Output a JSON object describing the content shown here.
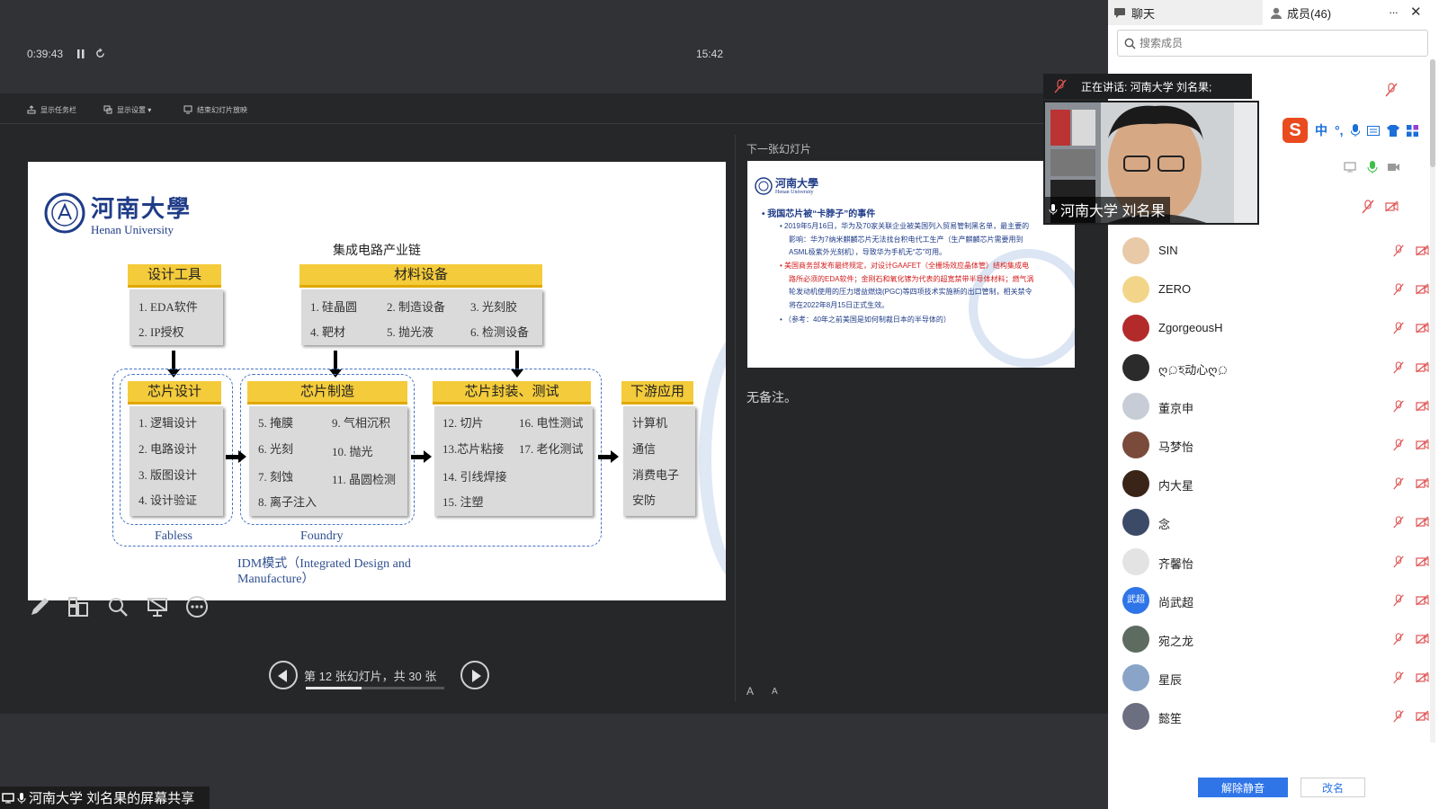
{
  "toolbar": {
    "taskbar_label": "显示任务栏",
    "display_settings_label": "显示设置 ▾",
    "end_slideshow_label": "结束幻灯片放映"
  },
  "timer": "0:39:43",
  "clock": "15:42",
  "slide": {
    "uni_cn": "河南大學",
    "uni_en": "Henan University",
    "title": "集成电路产业链",
    "design_tools": {
      "header": "设计工具",
      "items": [
        "1. EDA软件",
        "2. IP授权"
      ]
    },
    "materials": {
      "header": "材料设备",
      "items": [
        "1. 硅晶圆",
        "2. 制造设备",
        "3. 光刻胶",
        "4. 靶材",
        "5. 抛光液",
        "6. 检测设备"
      ]
    },
    "chip_design": {
      "header": "芯片设计",
      "items": [
        "1. 逻辑设计",
        "2. 电路设计",
        "3. 版图设计",
        "4. 设计验证"
      ]
    },
    "chip_mfg": {
      "header": "芯片制造",
      "items": [
        "5. 掩膜",
        "9. 气相沉积",
        "6. 光刻",
        "10. 抛光",
        "7. 刻蚀",
        "11. 晶圆检测",
        "8. 离子注入"
      ]
    },
    "packaging": {
      "header": "芯片封装、测试",
      "items": [
        "12. 切片",
        "16. 电性测试",
        "13.芯片粘接",
        "17. 老化测试",
        "14. 引线焊接",
        "15. 注塑"
      ]
    },
    "downstream": {
      "header": "下游应用",
      "items": [
        "计算机",
        "通信",
        "消费电子",
        "安防"
      ]
    },
    "fabless_label": "Fabless",
    "foundry_label": "Foundry",
    "idm_label_1": "IDM模式（Integrated Design and",
    "idm_label_2": "Manufacture）"
  },
  "nav": {
    "counter": "第 12 张幻灯片，共 30 张",
    "current": 12,
    "total": 30
  },
  "next_slide": {
    "label": "下一张幻灯片",
    "uni_cn": "河南大學",
    "uni_en": "Henan University",
    "heading": "•  我国芯片被“卡脖子”的事件",
    "p1_1": "•  2019年5月16日，华为及70家关联企业被美国列入贸易管制黑名单，最主要的",
    "p1_2": "影响：华为7纳米麒麟芯片无法找台积电代工生产（生产麒麟芯片需要用到",
    "p1_3": "ASML极紫外光刻机），导致华为手机无“芯”可用。",
    "p2_1": "•  美国商务部发布最终规定，对设计GAAFET（全栅场效应晶体管）结构集成电",
    "p2_2": "路所必须的EDA软件；金刚石和氧化镓为代表的超宽禁带半导体材料；燃气涡",
    "p2_3": "轮发动机使用的压力增益燃烧(PGC)等四项技术实施新的出口管制，相关禁令",
    "p2_4": "将在2022年8月15日正式生效。",
    "p3": "•  （参考：40年之前美国是如何制裁日本的半导体的）"
  },
  "notes": "无备注。",
  "font_bigger": "A",
  "font_smaller": "A",
  "share_status": "河南大学 刘名果的屏幕共享",
  "panel": {
    "tab_chat": "聊天",
    "tab_members": "成员(46)",
    "more": "···",
    "close": "✕",
    "search_placeholder": "搜索成员",
    "unmute": "解除静音",
    "rename": "改名"
  },
  "speaking": "正在讲话: 河南大学 刘名果;",
  "video_name": "河南大学 刘名果",
  "ime": {
    "logo": "S",
    "lang": "中"
  },
  "members": [
    {
      "name": "SIN",
      "avatar_color": "#e8c9a8"
    },
    {
      "name": "ZERO",
      "avatar_color": "#f3d58a"
    },
    {
      "name": "ZgorgeousH",
      "avatar_color": "#b22a2a"
    },
    {
      "name": "ღ়হ动心ღ়",
      "avatar_color": "#2b2b2b"
    },
    {
      "name": "董京申",
      "avatar_color": "#c7ccd6"
    },
    {
      "name": "马梦怡",
      "avatar_color": "#7a4b3a"
    },
    {
      "name": "内大星",
      "avatar_color": "#3a2418"
    },
    {
      "name": "念",
      "avatar_color": "#3b4a66"
    },
    {
      "name": "齐馨怡",
      "avatar_color": "#e3e3e3"
    },
    {
      "name": "尚武超",
      "avatar_color": "#2f75e8",
      "initials": "武超"
    },
    {
      "name": "宛之龙",
      "avatar_color": "#5d6b60"
    },
    {
      "name": "星辰",
      "avatar_color": "#8aa4c8"
    },
    {
      "name": "懿笙",
      "avatar_color": "#6b6f80"
    }
  ],
  "colors": {
    "accent": "#2f75e8",
    "slide_header": "#f4cb3b",
    "slide_blue": "#1f3c88",
    "ime_red": "#e94b1f"
  }
}
